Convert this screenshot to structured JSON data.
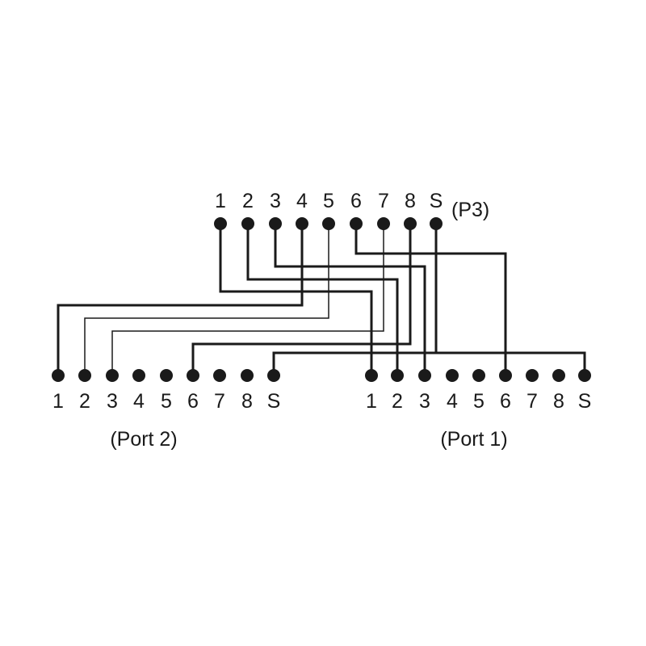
{
  "p3": {
    "label": "(P3)",
    "pins": [
      "1",
      "2",
      "3",
      "4",
      "5",
      "6",
      "7",
      "8",
      "S"
    ]
  },
  "port2": {
    "label": "(Port 2)",
    "pins": [
      "1",
      "2",
      "3",
      "4",
      "5",
      "6",
      "7",
      "8",
      "S"
    ]
  },
  "port1": {
    "label": "(Port 1)",
    "pins": [
      "1",
      "2",
      "3",
      "4",
      "5",
      "6",
      "7",
      "8",
      "S"
    ]
  },
  "connections": [
    {
      "from": "P3",
      "from_pin": "1",
      "to": "Port 1",
      "to_pin": "1"
    },
    {
      "from": "P3",
      "from_pin": "2",
      "to": "Port 1",
      "to_pin": "2"
    },
    {
      "from": "P3",
      "from_pin": "3",
      "to": "Port 1",
      "to_pin": "3"
    },
    {
      "from": "P3",
      "from_pin": "6",
      "to": "Port 1",
      "to_pin": "6"
    },
    {
      "from": "P3",
      "from_pin": "4",
      "to": "Port 2",
      "to_pin": "1"
    },
    {
      "from": "P3",
      "from_pin": "5",
      "to": "Port 2",
      "to_pin": "2"
    },
    {
      "from": "P3",
      "from_pin": "7",
      "to": "Port 2",
      "to_pin": "3"
    },
    {
      "from": "P3",
      "from_pin": "8",
      "to": "Port 2",
      "to_pin": "6"
    },
    {
      "from": "P3",
      "from_pin": "S",
      "to": "Port 1",
      "to_pin": "S"
    },
    {
      "from": "P3",
      "from_pin": "S",
      "to": "Port 2",
      "to_pin": "S"
    }
  ]
}
